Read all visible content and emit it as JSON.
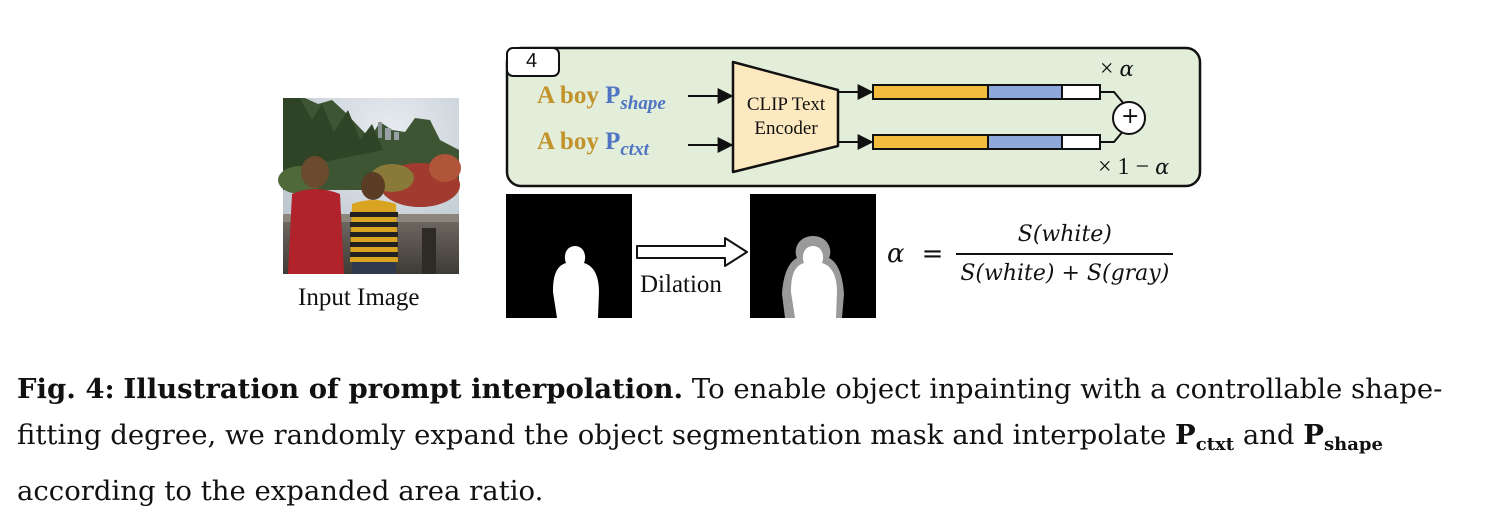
{
  "figure": {
    "input_label": "Input Image",
    "badge": "4",
    "prompts": [
      {
        "token": "A boy",
        "p": "P",
        "sub": "shape"
      },
      {
        "token": "A boy",
        "p": "P",
        "sub": "ctxt"
      }
    ],
    "encoder": {
      "line1": "CLIP Text",
      "line2": "Encoder"
    },
    "plus_symbol": "+",
    "mult_top": {
      "prefix": "×",
      "alpha": "α"
    },
    "mult_bottom": {
      "prefix": "× 1 −",
      "alpha": "α"
    },
    "dilation_label": "Dilation",
    "formula": {
      "lhs": "α",
      "eq": "=",
      "numerator": "S(white)",
      "denominator": "S(white) + S(gray)"
    },
    "colors": {
      "panel_fill": "#e2eed9",
      "encoder_fill": "#fde9c0",
      "bar_yellow": "#f2bd3f",
      "bar_blue": "#8ea8dc",
      "prompt_token": "#c2922b",
      "prompt_var": "#4f74c4"
    }
  },
  "caption": {
    "fig_label": "Fig. 4:",
    "title": "Illustration of prompt interpolation.",
    "text1": "To enable object inpainting with a controllable shape-fitting degree, we randomly expand the object segmentation mask and interpolate",
    "p1": "P",
    "p1_sub": "ctxt",
    "and": "and",
    "p2": "P",
    "p2_sub": "shape",
    "text2": "according to the expanded area ratio."
  }
}
